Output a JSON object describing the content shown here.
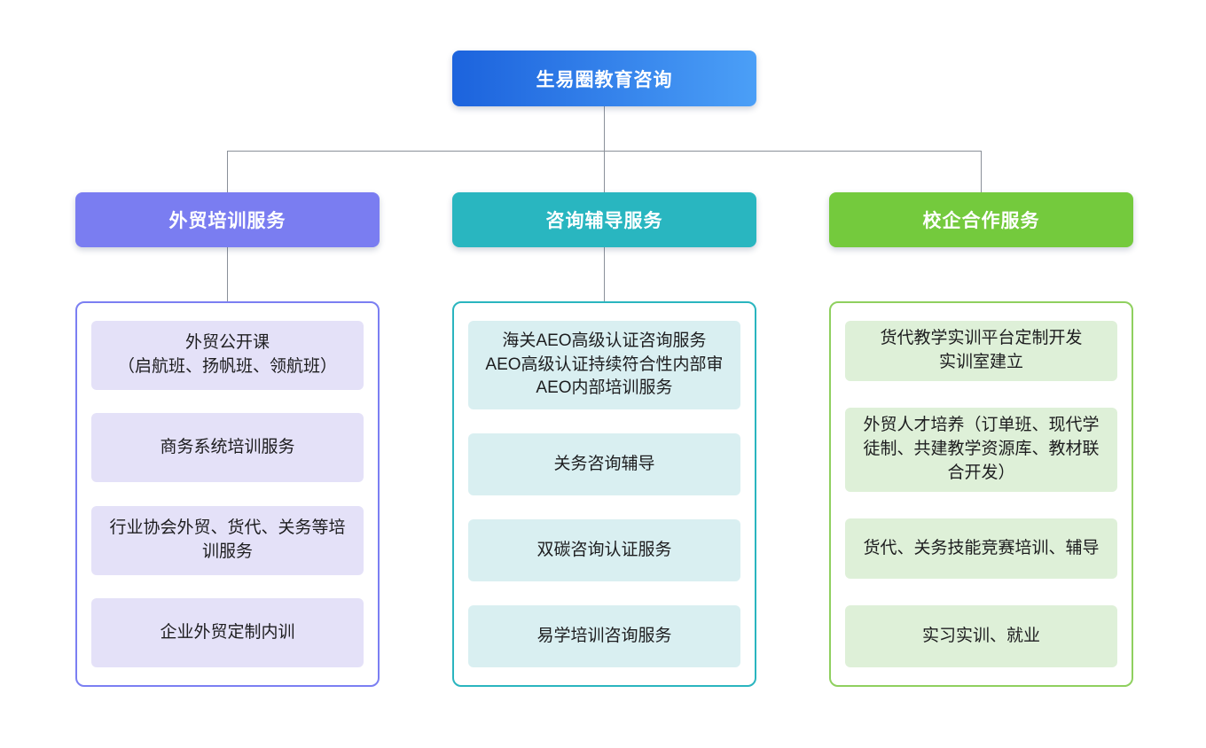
{
  "diagram_title": "生易圈教育咨询",
  "root": {
    "label": "生易圈教育咨询",
    "gradient": "linear-gradient(90deg, #1c63dd, #4b9ff7)"
  },
  "connector_color": "#8a9099",
  "branches": [
    {
      "label": "外贸培训服务",
      "header_color": "#7a7df1",
      "border_color": "#7b7ff2",
      "item_bg": "#e4e1f8",
      "items": [
        "外贸公开课\n（启航班、扬帆班、领航班）",
        "商务系统培训服务",
        "行业协会外贸、货代、关务等培\n训服务",
        "企业外贸定制内训"
      ]
    },
    {
      "label": "咨询辅导服务",
      "header_color": "#29b6c0",
      "border_color": "#2ab5bf",
      "item_bg": "#d9eff1",
      "items": [
        "海关AEO高级认证咨询服务\nAEO高级认证持续符合性内部审\nAEO内部培训服务",
        "关务咨询辅导",
        "双碳咨询认证服务",
        "易学培训咨询服务"
      ]
    },
    {
      "label": "校企合作服务",
      "header_color": "#74ca3d",
      "border_color": "#8fd05f",
      "item_bg": "#def0d8",
      "items": [
        "货代教学实训平台定制开发\n实训室建立",
        "外贸人才培养（订单班、现代学\n徒制、共建教学资源库、教材联\n合开发）",
        "货代、关务技能竞赛培训、辅导",
        "实习实训、就业"
      ]
    }
  ]
}
